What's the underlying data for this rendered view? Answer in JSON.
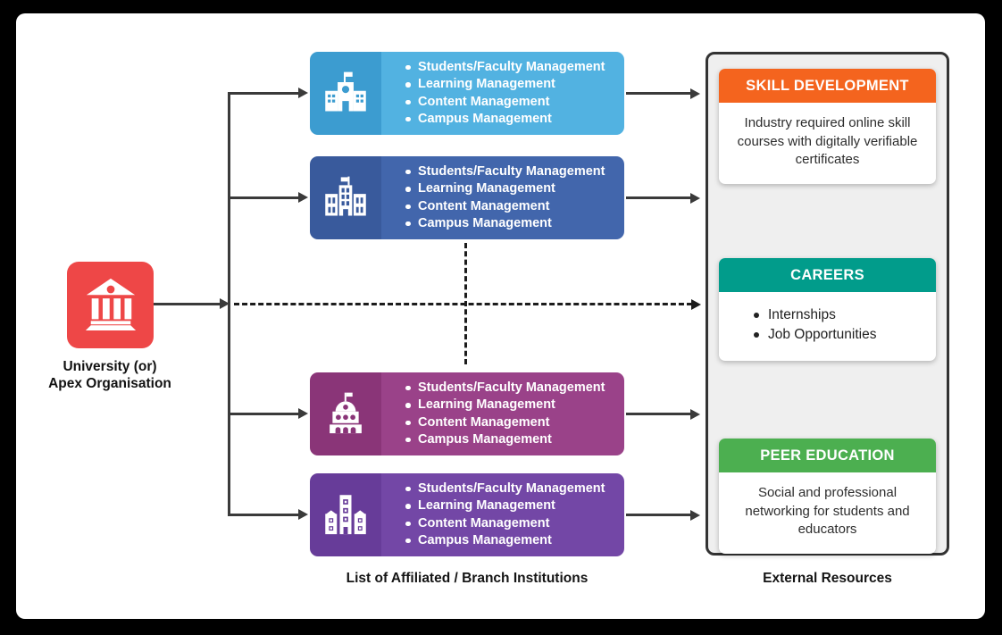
{
  "org": {
    "label_line1": "University (or)",
    "label_line2": "Apex Organisation",
    "icon": "bank-icon",
    "color": "#EE4747"
  },
  "institutions": {
    "caption": "List of Affiliated / Branch Institutions",
    "items": [
      "Students/Faculty Management",
      "Learning Management",
      "Content Management",
      "Campus Management"
    ],
    "boxes": [
      {
        "icon": "school-building-icon",
        "icon_bg": "#3C9CD0",
        "body_bg": "#52B2E1"
      },
      {
        "icon": "university-building-icon",
        "icon_bg": "#395A9C",
        "body_bg": "#4266AC"
      },
      {
        "icon": "dome-building-icon",
        "icon_bg": "#8A3578",
        "body_bg": "#9A4289"
      },
      {
        "icon": "city-building-icon",
        "icon_bg": "#673C99",
        "body_bg": "#7347A6"
      }
    ]
  },
  "external": {
    "caption": "External Resources",
    "cards": [
      {
        "title": "SKILL DEVELOPMENT",
        "color": "#F4641E",
        "body": "Industry required online skill courses with digitally verifiable certificates"
      },
      {
        "title": "CAREERS",
        "color": "#019C8B",
        "items": [
          "Internships",
          "Job Opportunities"
        ]
      },
      {
        "title": "PEER EDUCATION",
        "color": "#4CAF50",
        "body": "Social and professional networking for students and educators"
      }
    ]
  }
}
